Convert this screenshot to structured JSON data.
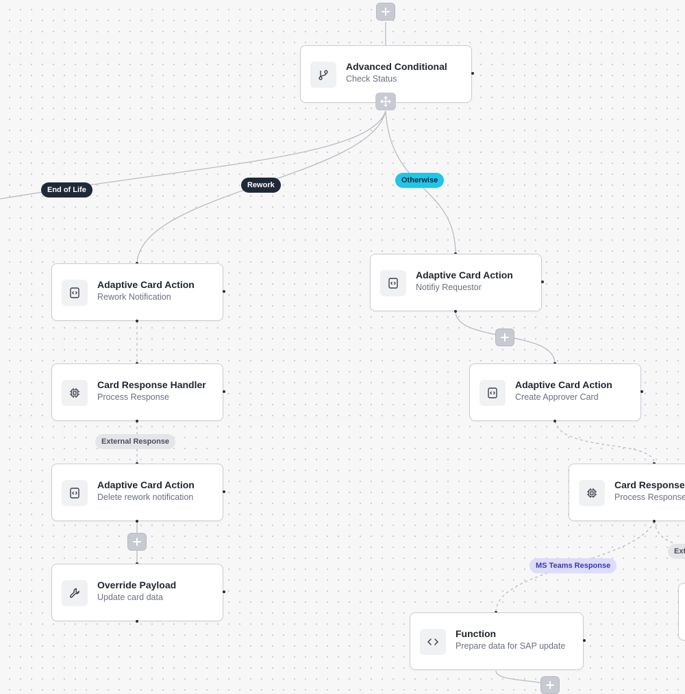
{
  "nodes": {
    "advanced_conditional": {
      "title": "Advanced Conditional",
      "subtitle": "Check Status",
      "icon": "branch-icon"
    },
    "rework_notification": {
      "title": "Adaptive Card Action",
      "subtitle": "Rework Notification",
      "icon": "code-card-icon"
    },
    "notify_requestor": {
      "title": "Adaptive Card Action",
      "subtitle": "Notifiy Requestor",
      "icon": "code-card-icon"
    },
    "card_response_handler": {
      "title": "Card Response Handler",
      "subtitle": "Process Response",
      "icon": "chip-icon"
    },
    "create_approver_card": {
      "title": "Adaptive Card Action",
      "subtitle": "Create Approver Card",
      "icon": "code-card-icon"
    },
    "delete_rework": {
      "title": "Adaptive Card Action",
      "subtitle": "Delete rework notification",
      "icon": "code-card-icon"
    },
    "card_response_right": {
      "title": "Card Response H",
      "subtitle": "Process Response",
      "icon": "chip-icon"
    },
    "override_payload": {
      "title": "Override Payload",
      "subtitle": "Update card data",
      "icon": "wrench-icon"
    },
    "function_node": {
      "title": "Function",
      "subtitle": "Prepare data for SAP update",
      "icon": "code-icon"
    }
  },
  "edge_labels": {
    "end_of_life": "End of Life",
    "rework": "Rework",
    "otherwise": "Otherwise",
    "external_response": "External Response",
    "external_response_partial": "Ext",
    "ms_teams_response": "MS Teams Response"
  },
  "colors": {
    "dark_label": "#1f2937",
    "cyan_label": "#22c4e8",
    "purple_label": "#dcdcfb",
    "gray_label": "#e4e5e8",
    "edge": "#b8bbc2"
  }
}
